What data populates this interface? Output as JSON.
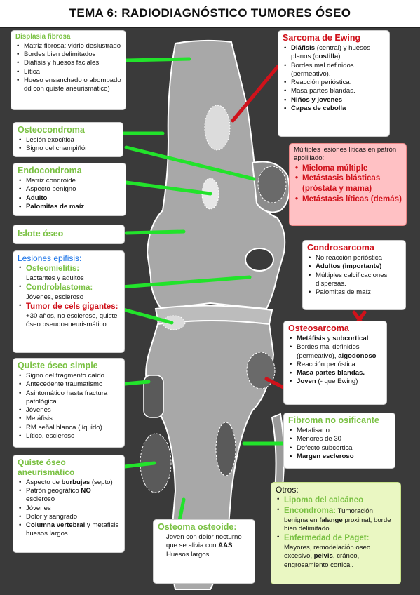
{
  "title": "TEMA 6: RADIODIAGNÓSTICO TUMORES ÓSEO",
  "colors": {
    "green": "#7ac143",
    "red": "#d0121b",
    "blue": "#1a73e8",
    "bone": "#a8a8a8",
    "background": "#3a3a3a"
  },
  "displasia": {
    "title": "Displasia fibrosa",
    "items": [
      "Matriz fibrosa: vidrio deslustrado",
      "Bordes bien delimitados",
      "Diáfisis y huesos faciales",
      "Lítica",
      "Hueso ensanchado o abombado dd con quiste aneurismático)"
    ]
  },
  "osteocondroma": {
    "title": "Osteocondroma",
    "items": [
      "Lesión exocítica",
      "Signo del champiñón"
    ]
  },
  "endocondroma": {
    "title": "Endocondroma",
    "items": [
      "Matriz condroide",
      "Aspecto benigno",
      "Adulto",
      "Palomitas de maíz"
    ]
  },
  "islote": {
    "title": "Islote óseo"
  },
  "epifisis": {
    "title": "Lesiones epifisis:",
    "osteomielitis": "Osteomielitis:",
    "osteomielitis_desc": "Lactantes y adultos",
    "condroblastoma": "Condroblastoma:",
    "condroblastoma_desc": "Jóvenes, escleroso",
    "tumor": "Tumor de cels gigantes:",
    "tumor_desc": "+30 años, no escleroso, quiste óseo pseudoaneurismático"
  },
  "quiste": {
    "title": "Quiste óseo simple",
    "items": [
      "Signo del fragmento caído",
      "Antecedente traumatismo",
      "Asintomático hasta fractura patológica",
      "Jóvenes",
      "Metáfisis",
      "RM señal blanca (líquido)",
      "Lítico, escleroso"
    ]
  },
  "aneurismatico": {
    "title": "Quiste óseo aneurismático",
    "i1a": "Aspecto de ",
    "i1b": "burbujas",
    "i1c": " (septo)",
    "i2a": "Patrón geográfico ",
    "i2b": "NO",
    "i2c": " escleroso",
    "i3": "Jóvenes",
    "i4": "Dolor y sangrado",
    "i5a": "Columna vertebral",
    "i5b": " y metafisis huesos largos."
  },
  "osteoma": {
    "title": "Osteoma osteoide:",
    "desc_a": "Joven con dolor nocturno que se alivia con ",
    "desc_b": "AAS",
    "desc_c": ". Huesos largos."
  },
  "ewing": {
    "title": "Sarcoma de Ewing",
    "i1a": "Diáfisis",
    "i1b": " (central) y huesos planos (",
    "i1c": "costilla",
    "i1d": ")",
    "i2": "Bordes mal definidos (permeativo).",
    "i3": "Reacción perióstica.",
    "i4": "Masa partes blandas.",
    "i5": "Niños y jovenes",
    "i6": "Capas de cebolla"
  },
  "multiples": {
    "intro": "Múltiples lesiones líticas en patrón apolillado:",
    "items": [
      "Mieloma múltiple",
      "Metástasis blásticas (próstata y mama)",
      "Metástasis líticas (demás)"
    ]
  },
  "condrosarcoma": {
    "title": "Condrosarcoma",
    "items": [
      "No reacción perióstica",
      "Adultos (importante)",
      "Múltiples calcificaciones dispersas.",
      "Palomitas de maíz"
    ]
  },
  "osteosarcoma": {
    "title": "Osteosarcoma",
    "i1a": "Metáfisis",
    "i1b": " y ",
    "i1c": "subcortical",
    "i2a": "Bordes mal definidos (permeativo), ",
    "i2b": "algodonoso",
    "i3": "Reacción perióstica.",
    "i4": "Masa partes blandas.",
    "i5a": "Joven",
    "i5b": " (- que Ewing)"
  },
  "fibroma": {
    "title": "Fibroma no osificante",
    "items": [
      "Metafisario",
      "Menores de 30",
      "Defecto subcortical",
      "Margen escleroso"
    ]
  },
  "otros": {
    "title": "Otros:",
    "lipoma": "Lipoma del calcáneo",
    "encondroma": "Encondroma:",
    "encondroma_a": " Tumoración benigna en ",
    "encondroma_b": "falange",
    "encondroma_c": " proximal, borde bien delimitado",
    "paget": "Enfermedad de Paget:",
    "paget_a": "Mayores, remodelación oseo excesivo, ",
    "paget_b": "pelvis",
    "paget_c": ", cráneo, engrosamiento cortical."
  }
}
